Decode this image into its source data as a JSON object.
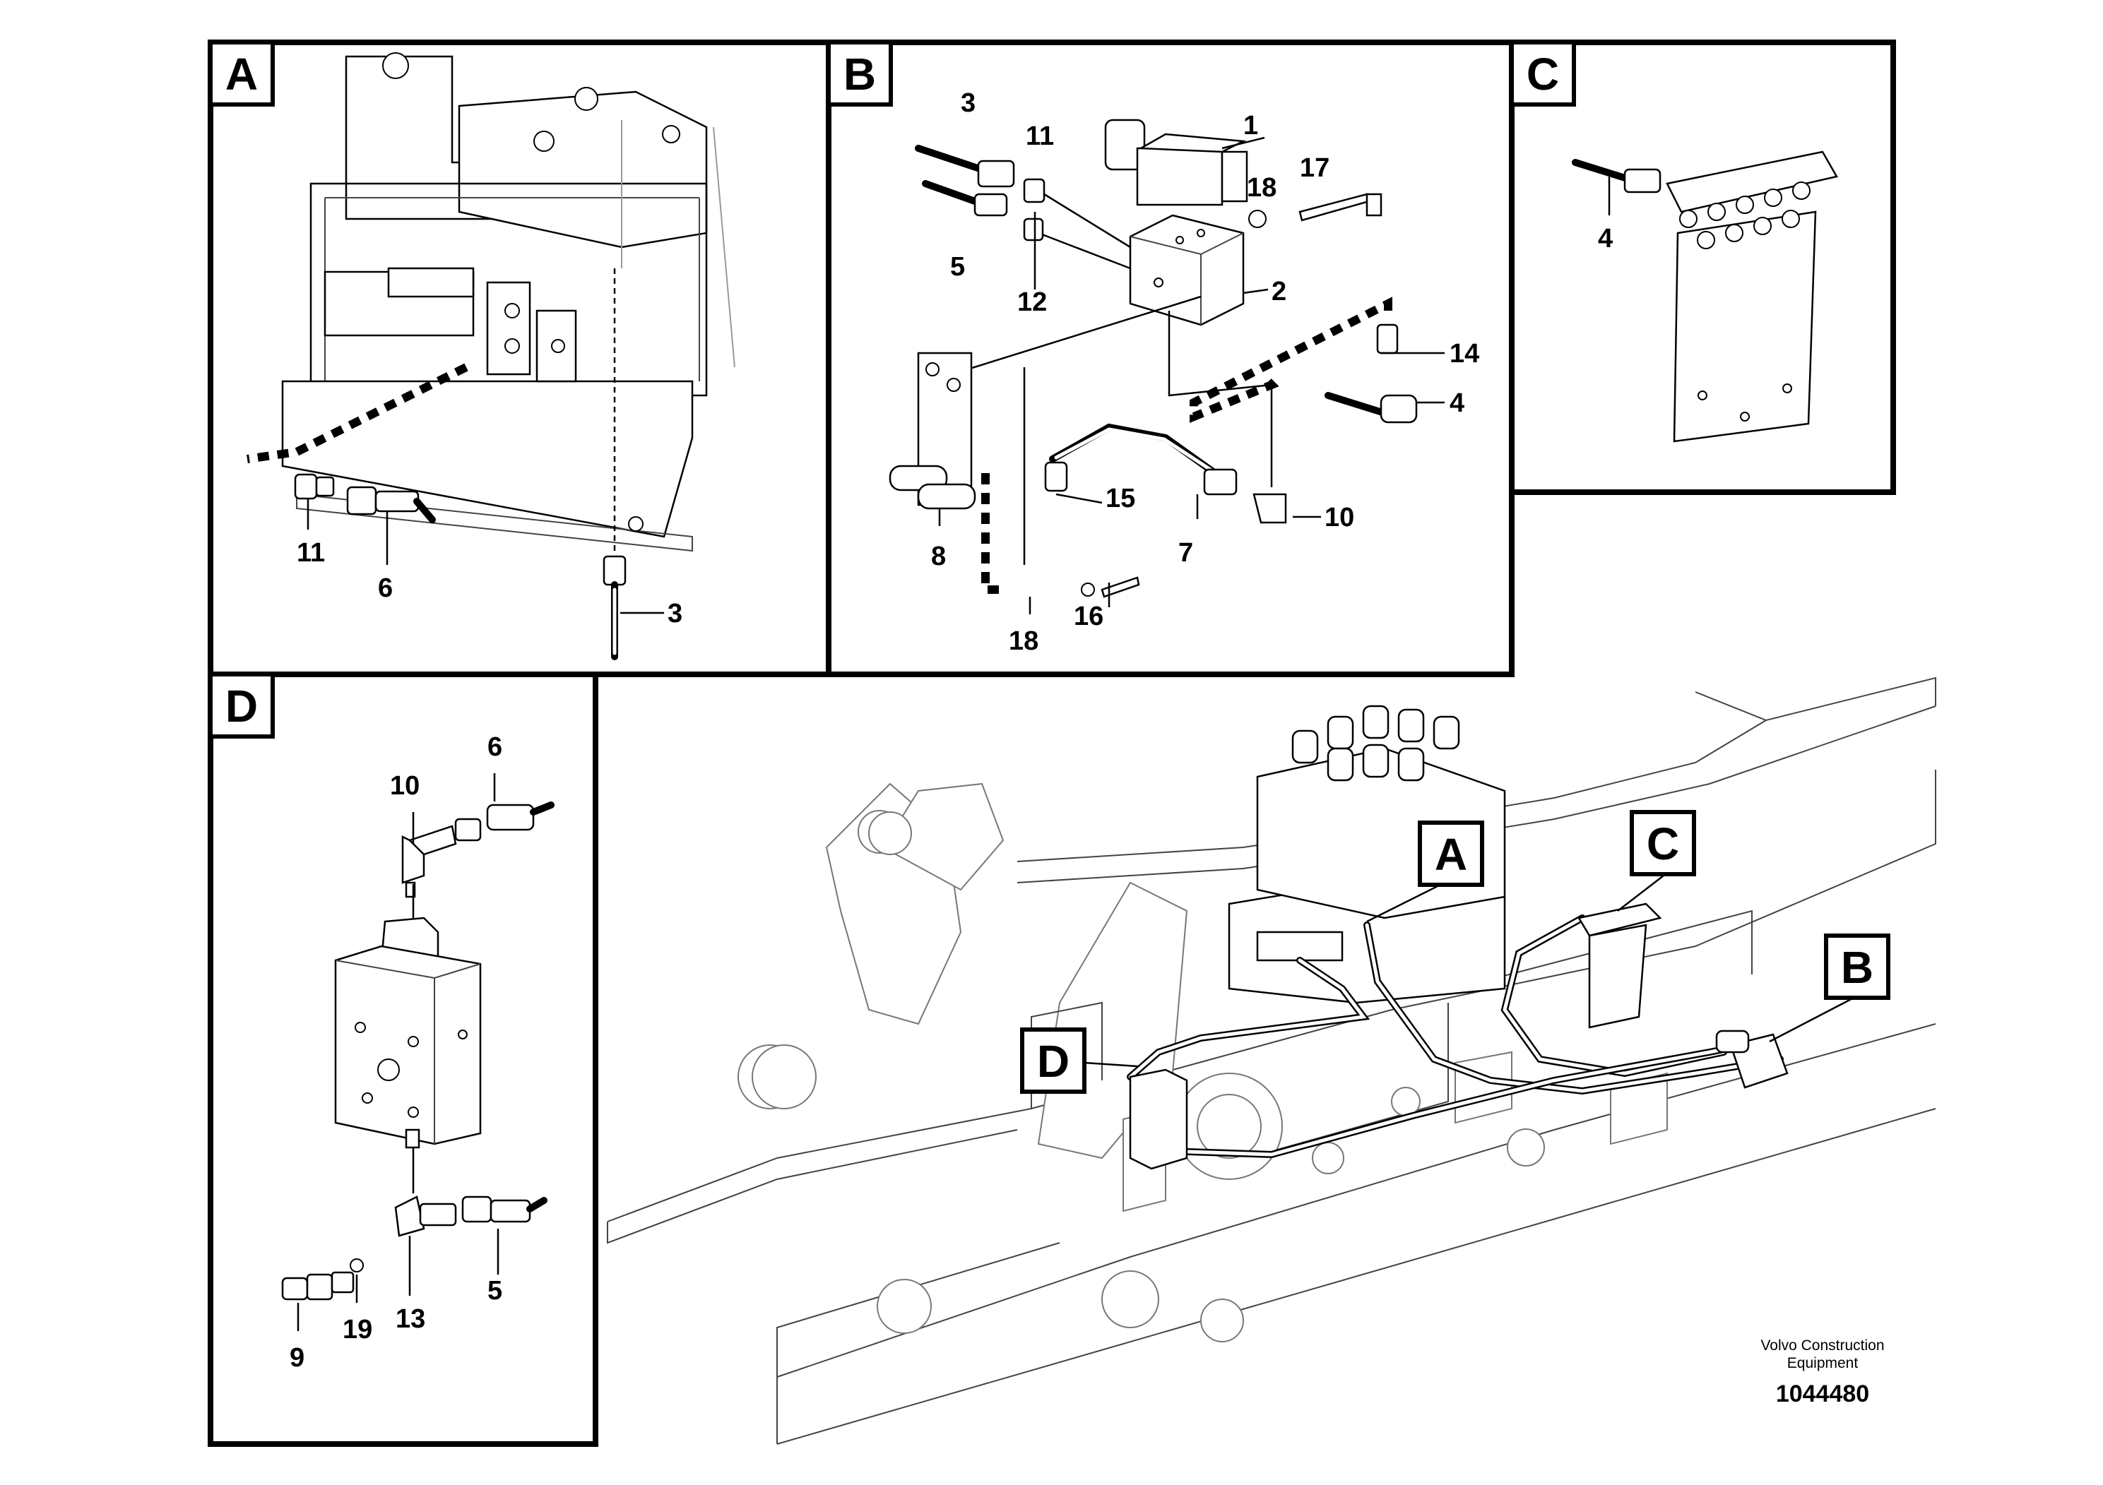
{
  "panels": {
    "A": {
      "letter": "A",
      "labels": [
        "11",
        "6",
        "3"
      ]
    },
    "B": {
      "letter": "B",
      "labels": [
        "1",
        "3",
        "11",
        "5",
        "12",
        "2",
        "18",
        "17",
        "14",
        "4",
        "15",
        "10",
        "8",
        "7",
        "16",
        "18"
      ]
    },
    "C": {
      "letter": "C",
      "labels": [
        "4"
      ]
    },
    "D": {
      "letter": "D",
      "labels": [
        "6",
        "10",
        "5",
        "9",
        "19",
        "13"
      ]
    }
  },
  "overview": {
    "markers": [
      "A",
      "B",
      "C",
      "D"
    ]
  },
  "footer": {
    "brand_line1": "Volvo Construction",
    "brand_line2": "Equipment",
    "doc_number": "1044480"
  },
  "icons": [
    "hose-fitting-icon",
    "valve-block-icon",
    "solenoid-icon",
    "manifold-icon"
  ]
}
